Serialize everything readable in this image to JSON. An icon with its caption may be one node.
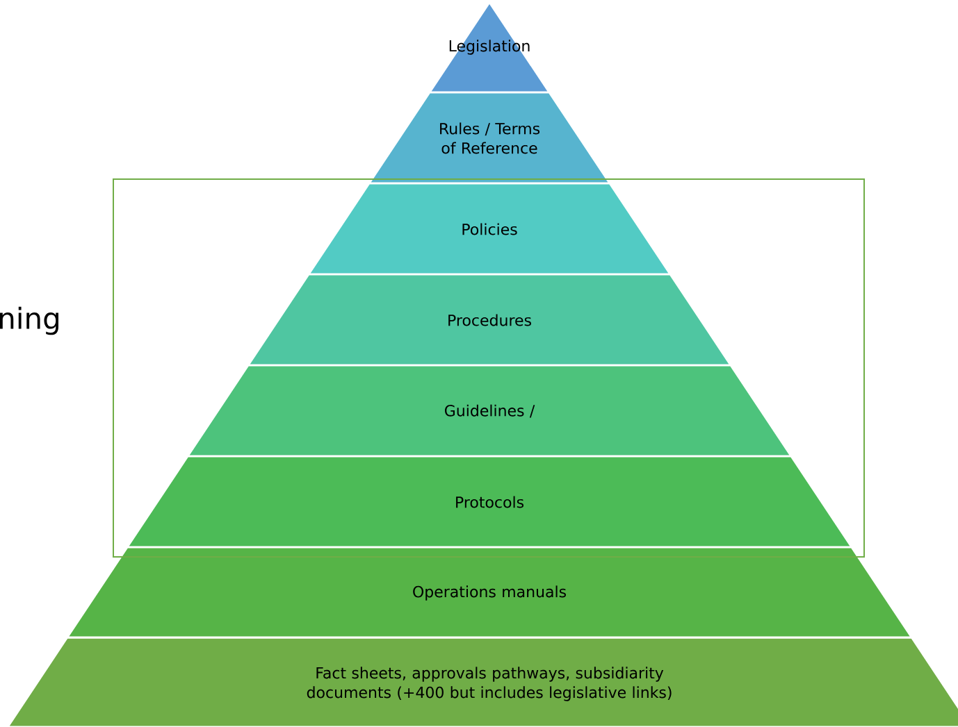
{
  "diagram": {
    "nodes": [
      {
        "text": [
          "Legislation"
        ]
      },
      {
        "text": [
          "Rules / Terms of Reference"
        ]
      },
      {
        "text": [
          "Policies"
        ]
      },
      {
        "text": [
          "Procedures"
        ]
      },
      {
        "text": [
          "Guidelines /"
        ]
      },
      {
        "text": [
          "Protocols"
        ]
      },
      {
        "text": [
          "Operations manuals"
        ]
      },
      {
        "text": [
          "Fact sheets, approvals pathways, subsidiarity documents (+400 but includes legislative links)"
        ]
      }
    ],
    "edges": [],
    "labels": [
      "ning"
    ]
  }
}
